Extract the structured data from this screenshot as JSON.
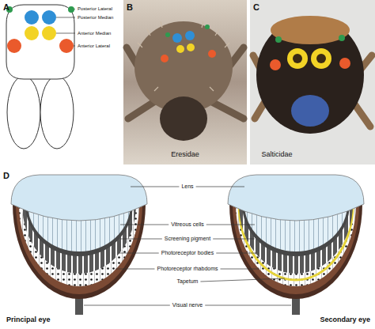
{
  "diagram": {
    "labels": [
      "A",
      "B",
      "C",
      "Posterior Lateral",
      "Posterior Median",
      "Anterior Median",
      "Anterior Lateral",
      "Eresidae",
      "Salticidae",
      "D",
      "Lens",
      "Vitreous cells",
      "Screening pigment",
      "Photoreceptor bodies",
      "Photoreceptor rhabdoms",
      "Tapetum",
      "Visual nerve",
      "Principal eye",
      "Secondary eye"
    ]
  }
}
